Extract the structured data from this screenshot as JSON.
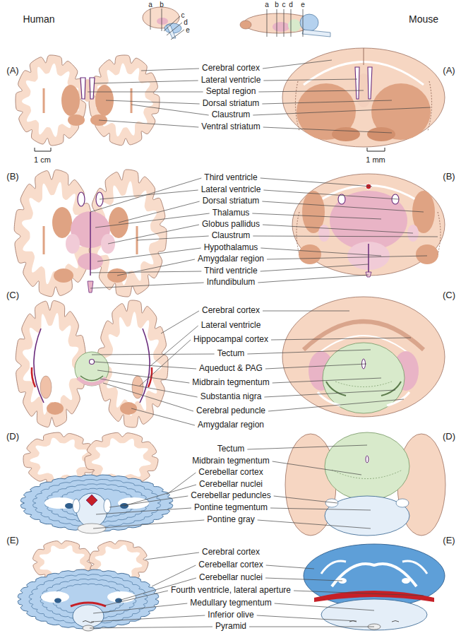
{
  "diagram": {
    "labels": [
      "Human",
      "a",
      "b",
      "c",
      "d",
      "e",
      "a",
      "b",
      "c",
      "d",
      "e",
      "Mouse",
      "(A)",
      "Cerebral cortex",
      "Lateral ventricle",
      "Septal region",
      "Dorsal striatum",
      "Claustrum",
      "Ventral striatum",
      "(A)",
      "1 cm",
      "1 mm",
      "(B)",
      "Third ventricle",
      "Lateral ventricle",
      "Dorsal striatum",
      "Thalamus",
      "Globus pallidus",
      "Claustrum",
      "Hypothalamus",
      "Amygdalar region",
      "Third ventricle",
      "Infundibulum",
      "(B)",
      "(C)",
      "Cerebral cortex",
      "Lateral ventricle",
      "Hippocampal cortex",
      "Tectum",
      "Aqueduct & PAG",
      "Midbrain tegmentum",
      "Substantia nigra",
      "Cerebral peduncle",
      "Amygdalar region",
      "(C)",
      "(D)",
      "Tectum",
      "Midbrain tegmentum",
      "Cerebellar cortex",
      "Cerebellar nuclei",
      "Cerebellar peduncles",
      "Pontine tegmentum",
      "Pontine gray",
      "(D)",
      "(E)",
      "Cerebral cortex",
      "Cerebellar cortex",
      "Cerebellar nuclei",
      "Fourth ventricle, lateral aperture",
      "Medullary tegmentum",
      "Inferior olive",
      "Pyramid",
      "(E)"
    ]
  }
}
